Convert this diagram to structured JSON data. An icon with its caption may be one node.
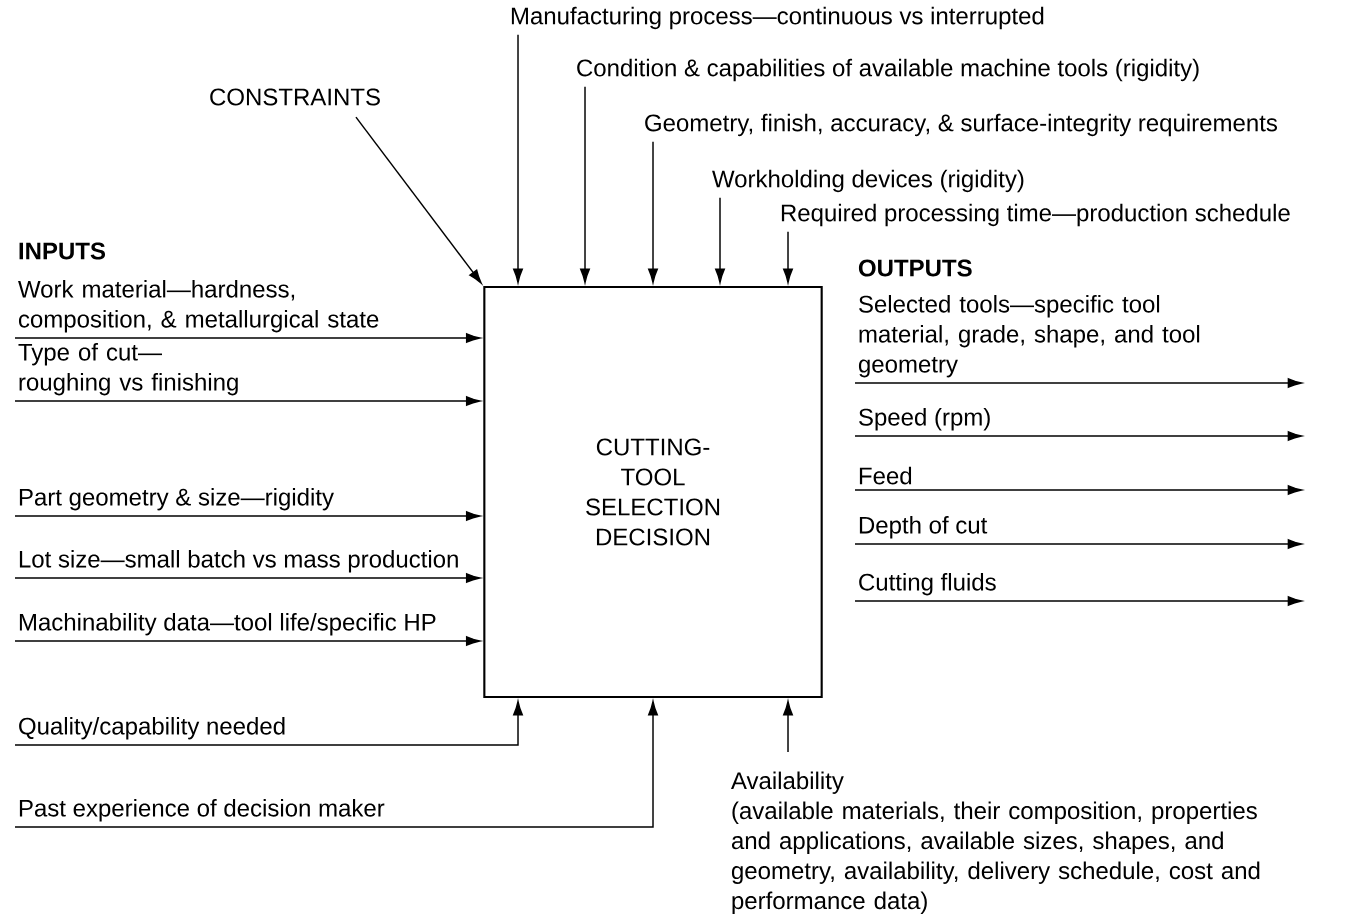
{
  "diagram": {
    "nodes": [
      {
        "text": [
          "CUTTING-TOOL SELECTION DECISION"
        ]
      },
      {
        "text": [
          "CONSTRAINTS"
        ]
      },
      {
        "text": [
          "Manufacturing process—continuous vs interrupted"
        ]
      },
      {
        "text": [
          "Condition & capabilities of available machine tools (rigidity)"
        ]
      },
      {
        "text": [
          "Geometry, finish, accuracy, & surface-integrity requirements"
        ]
      },
      {
        "text": [
          "Workholding devices (rigidity)"
        ]
      },
      {
        "text": [
          "Required processing time—production schedule"
        ]
      },
      {
        "text": [
          "Work material—hardness, composition, & metallurgical state"
        ]
      },
      {
        "text": [
          "Type of cut— roughing vs finishing"
        ]
      },
      {
        "text": [
          "Part geometry & size—rigidity"
        ]
      },
      {
        "text": [
          "Lot size—small batch vs mass production"
        ]
      },
      {
        "text": [
          "Machinability data—tool life/specific HP"
        ]
      },
      {
        "text": [
          "Quality/capability needed"
        ]
      },
      {
        "text": [
          "Past experience of decision maker"
        ]
      },
      {
        "text": [
          "Availability",
          "(available materials, their composition, properties and applications, available sizes, shapes, and geometry, availability, delivery schedule, cost and performance data)"
        ]
      },
      {
        "text": [
          "Selected tools—specific tool material, grade, shape, and tool geometry"
        ]
      },
      {
        "text": [
          "Speed (rpm)"
        ]
      },
      {
        "text": [
          "Feed"
        ]
      },
      {
        "text": [
          "Depth of cut"
        ]
      },
      {
        "text": [
          "Cutting fluids"
        ]
      }
    ],
    "edges": [
      {
        "from": 1,
        "to": 0,
        "arrow": "to"
      },
      {
        "from": 2,
        "to": 0,
        "arrow": "to"
      },
      {
        "from": 3,
        "to": 0,
        "arrow": "to"
      },
      {
        "from": 4,
        "to": 0,
        "arrow": "to"
      },
      {
        "from": 5,
        "to": 0,
        "arrow": "to"
      },
      {
        "from": 6,
        "to": 0,
        "arrow": "to"
      },
      {
        "from": 7,
        "to": 0,
        "arrow": "to"
      },
      {
        "from": 8,
        "to": 0,
        "arrow": "to"
      },
      {
        "from": 9,
        "to": 0,
        "arrow": "to"
      },
      {
        "from": 10,
        "to": 0,
        "arrow": "to"
      },
      {
        "from": 11,
        "to": 0,
        "arrow": "to"
      },
      {
        "from": 12,
        "to": 0,
        "arrow": "to"
      },
      {
        "from": 13,
        "to": 0,
        "arrow": "to"
      },
      {
        "from": 14,
        "to": 0,
        "arrow": "to"
      },
      {
        "from": 15,
        "to": null,
        "arrow": "to"
      },
      {
        "from": 16,
        "to": null,
        "arrow": "to"
      },
      {
        "from": 17,
        "to": null,
        "arrow": "to"
      },
      {
        "from": 18,
        "to": null,
        "arrow": "to"
      },
      {
        "from": 19,
        "to": null,
        "arrow": "to"
      }
    ],
    "labels": [
      "INPUTS",
      "OUTPUTS"
    ]
  }
}
